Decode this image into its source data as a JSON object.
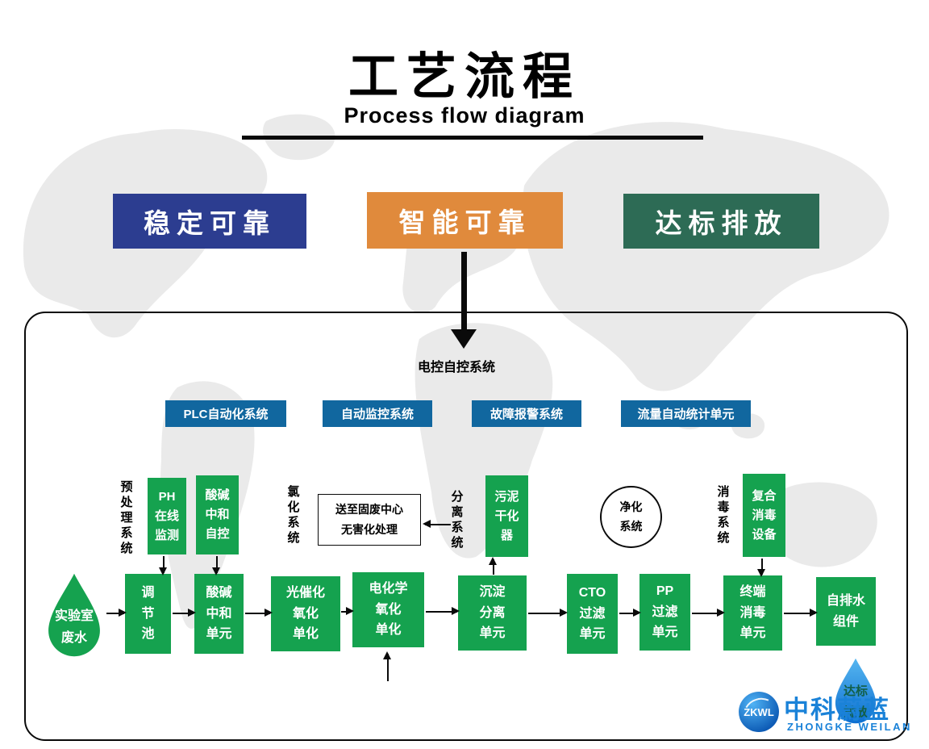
{
  "header": {
    "title": "工艺流程",
    "subtitle": "Process flow diagram"
  },
  "banners": [
    {
      "label": "稳定可靠",
      "color": "#2c3d90"
    },
    {
      "label": "智能可靠",
      "color": "#e08a3c"
    },
    {
      "label": "达标排放",
      "color": "#2d6b55"
    }
  ],
  "control": {
    "title": "电控自控系统",
    "subsystems": [
      {
        "label": "PLC自动化系统"
      },
      {
        "label": "自动监控系统"
      },
      {
        "label": "故障报警系统"
      },
      {
        "label": "流量自动统计单元"
      }
    ]
  },
  "sections": {
    "pretreatment": "预\n处\n理\n系\n统",
    "chlorination": "氯\n化\n系\n统",
    "separation": "分\n离\n系\n统",
    "purification": "净化\n系统",
    "disinfection": "消\n毒\n系\n统"
  },
  "aux": {
    "ph_monitor": "PH\n在线\n监测",
    "acid_base_control": "酸碱\n中和\n自控",
    "sludge_dryer": "污泥\n干化\n器",
    "compound_disinfection": "复合\n消毒\n设备",
    "solid_waste_note": "送至固废中心\n无害化处理"
  },
  "flow": {
    "source": "实验室\n废水",
    "stages": [
      "调\n节\n池",
      "酸碱\n中和\n单元",
      "光催化\n氧化\n单化",
      "电化学\n氧化\n单化",
      "沉淀\n分离\n单元",
      "CTO\n过滤\n单元",
      "PP\n过滤\n单元",
      "终端\n消毒\n单元",
      "自排水\n组件"
    ]
  },
  "logo": {
    "badge": "ZKWL",
    "name": "中科蔚蓝",
    "subname": "ZHONGKE WEILAN",
    "drop": "达标\n排放"
  },
  "colors": {
    "stage_green": "#15a24f",
    "label_blue": "#11679f",
    "logo_blue": "#1a82d8"
  }
}
